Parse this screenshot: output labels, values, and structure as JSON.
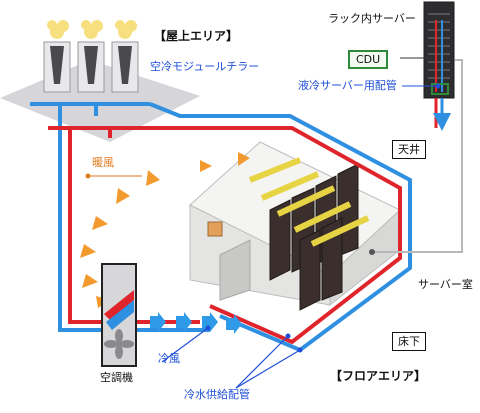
{
  "labels": {
    "rooftop_area": "【屋上エリア】",
    "chiller": "空冷モジュールチラー",
    "rack_server": "ラック内サーバー",
    "cdu": "CDU",
    "liquid_piping": "液冷サーバー用配管",
    "ceiling": "天井",
    "warm_air": "暖風",
    "server_room": "サーバー室",
    "floor_under": "床下",
    "cool_air": "冷風",
    "ac_unit": "空調機",
    "chilled_water_piping": "冷水供給配管",
    "floor_area": "【フロアエリア】"
  },
  "colors": {
    "supply": "#2f8fe0",
    "return": "#e0242b",
    "warm": "#f29a2e",
    "cool": "#2f9be8",
    "label_blue": "#1f4fd8",
    "label_orange": "#e07a1f",
    "cdu_border": "#2e8b3a",
    "platform": "#d3d3d6",
    "rack_dark": "#3a2f2c",
    "rack_light": "#efe36a"
  },
  "icons": [
    "chiller-fan-icon",
    "ac-fan-icon",
    "arrow-icon"
  ]
}
